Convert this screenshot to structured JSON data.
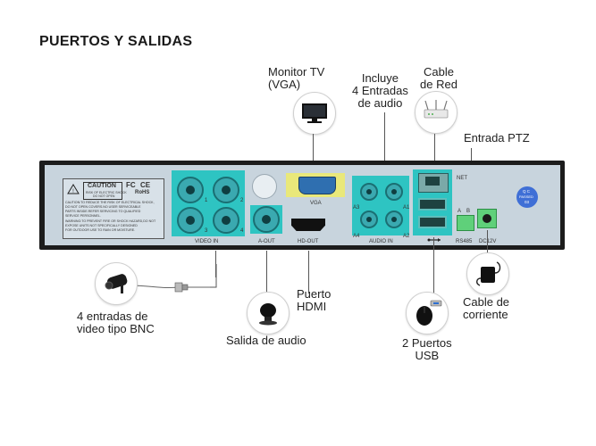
{
  "title": "PUERTOS Y SALIDAS",
  "callouts": {
    "monitor": [
      "Monitor TV",
      "(VGA)"
    ],
    "audio_in": [
      "Incluye",
      "4 Entradas",
      "de audio"
    ],
    "network": [
      "Cable",
      "de Red"
    ],
    "ptz": "Entrada PTZ",
    "bnc": [
      "4 entradas de",
      "video tipo BNC"
    ],
    "audio_out": "Salida de audio",
    "hdmi": [
      "Puerto",
      "HDMI"
    ],
    "usb": [
      "2 Puertos",
      "USB"
    ],
    "power": [
      "Cable de",
      "corriente"
    ]
  },
  "panel": {
    "caution_title": "CAUTION",
    "caution_sub1": "RISK OF ELECTRIC SHOCK",
    "caution_sub2": "DO NOT OPEN",
    "cert_fc": "FC",
    "cert_ce": "CE",
    "cert_rohs": "RoHS",
    "warn_lines": [
      "CAUTION:TO REDUCE THE RISK OF ELECTRICAL SHOCK,",
      "DO NOT OPEN COVERS.NO USER SERVICEABLE",
      "PARTS INSIDE.REFER SERVICING TO QUALIFIED",
      "SERVICE PERSONNEL.",
      "WARNING:TO PREVENT FIRE OR SHOCK HAZARD,DO NOT",
      "EXPOSE UNITS NOT SPECIFICALLY DESIGNED",
      "FOR OUTDOOR USE TO RAIN OR MOISTURE."
    ],
    "video_in": "VIDEO IN",
    "a_out": "A-OUT",
    "vga": "VGA",
    "hd_out": "HD-OUT",
    "audio_in": "AUDIO IN",
    "net": "NET",
    "rs485": "RS485",
    "dc12v": "DC12V",
    "qc": [
      "Q C",
      "PASSED",
      "03"
    ],
    "bnc_nums": [
      "1",
      "2",
      "3",
      "4"
    ],
    "audio_nums": [
      "A3",
      "A1",
      "A4",
      "A2"
    ],
    "rs_ab": [
      "A",
      "B"
    ]
  }
}
